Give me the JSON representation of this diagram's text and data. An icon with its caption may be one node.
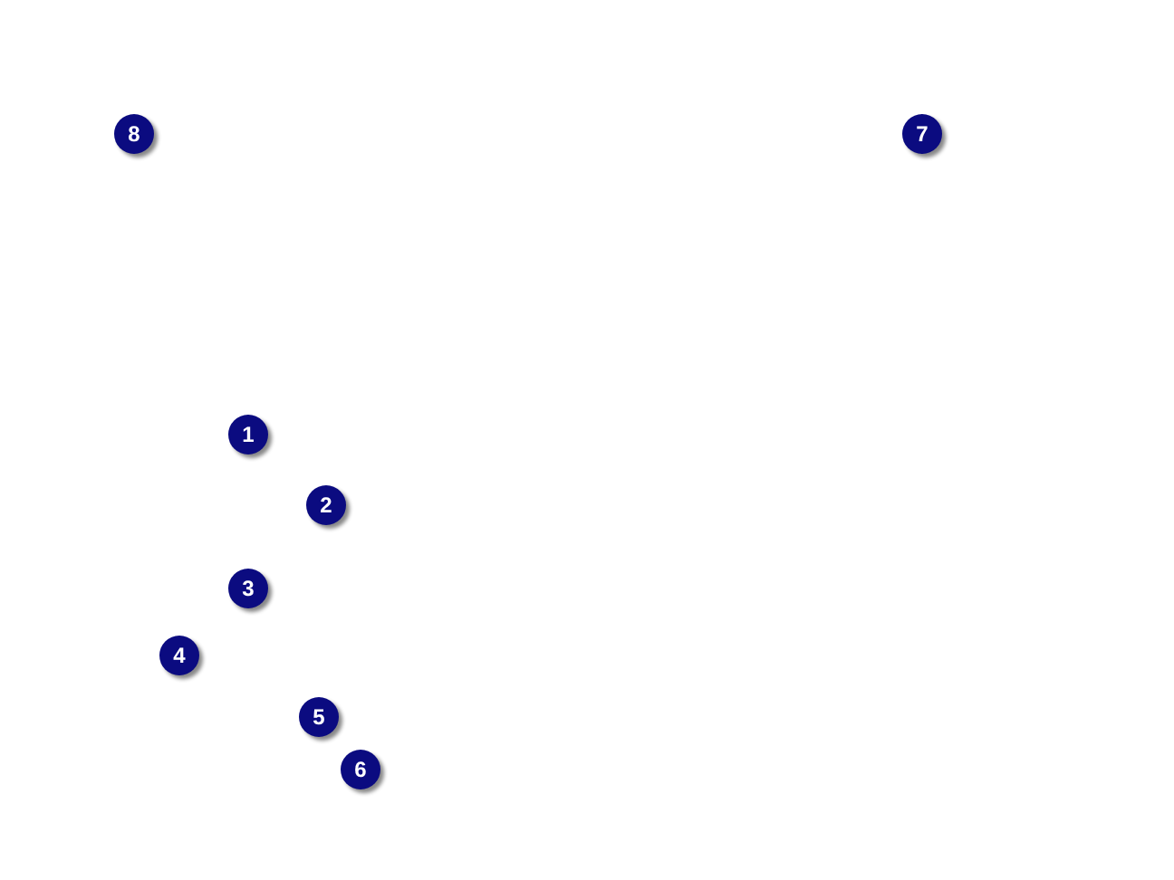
{
  "diagram": {
    "nodes": [
      {
        "text": [
          "8"
        ]
      },
      {
        "text": [
          "7"
        ]
      },
      {
        "text": [
          "1"
        ]
      },
      {
        "text": [
          "2"
        ]
      },
      {
        "text": [
          "3"
        ]
      },
      {
        "text": [
          "4"
        ]
      },
      {
        "text": [
          "5"
        ]
      },
      {
        "text": [
          "6"
        ]
      }
    ]
  }
}
